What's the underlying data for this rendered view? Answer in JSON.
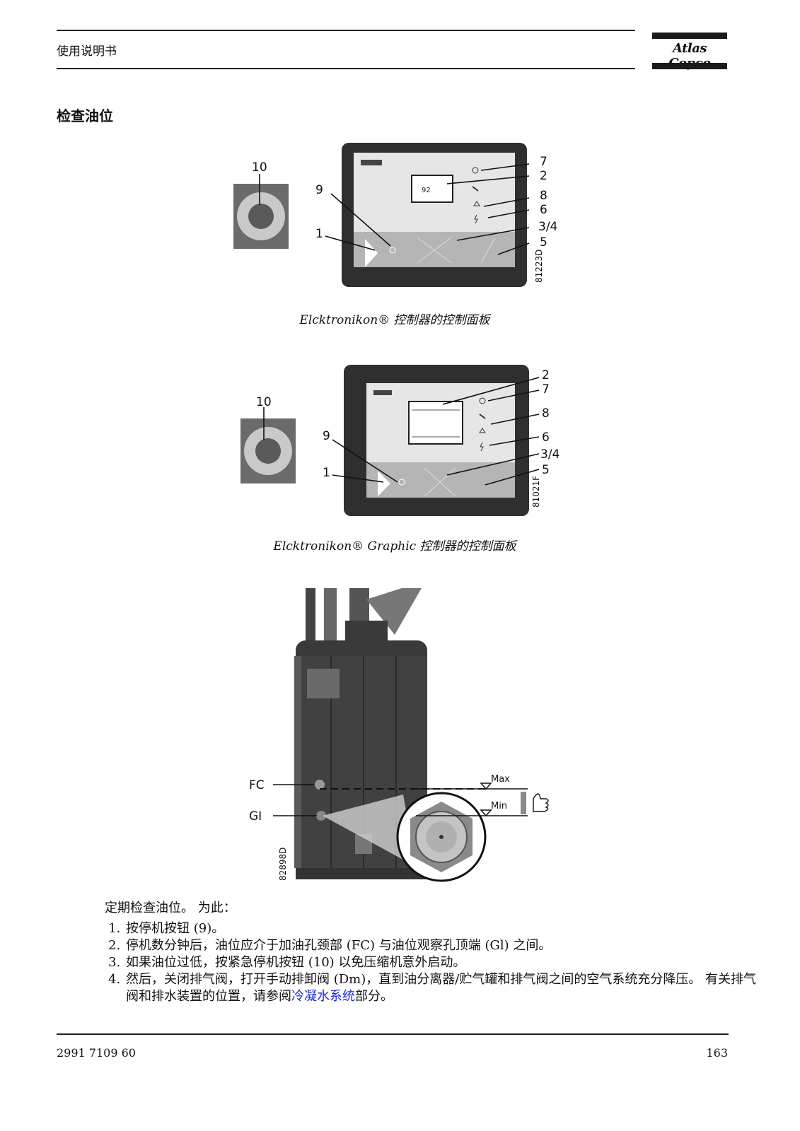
{
  "header": {
    "manual_title": "使用说明书",
    "brand": "Atlas Copco"
  },
  "section": {
    "title": "检查油位"
  },
  "figure1": {
    "caption": "Elcktronikon® 控制器的控制面板",
    "callouts": [
      "10",
      "9",
      "1",
      "7",
      "2",
      "8",
      "6",
      "3/4",
      "5"
    ],
    "code": "81223D"
  },
  "figure2": {
    "caption": "Elcktronikon® Graphic 控制器的控制面板",
    "callouts": [
      "10",
      "9",
      "1",
      "2",
      "7",
      "8",
      "6",
      "3/4",
      "5"
    ],
    "code": "81021F"
  },
  "figure3": {
    "labels": {
      "fc": "FC",
      "gi": "GI",
      "max": "Max",
      "min": "Min"
    },
    "code": "82898D"
  },
  "body": {
    "intro": "定期检查油位。 为此：",
    "steps": [
      "按停机按钮 (9)。",
      "停机数分钟后，油位应介于加油孔颈部 (FC) 与油位观察孔顶端 (Gl) 之间。",
      "如果油位过低，按紧急停机按钮 (10) 以免压缩机意外启动。"
    ],
    "step4_pre": "然后，关闭排气阀，打开手动排卸阀 (Dm)，直到油分离器/贮气罐和排气阀之间的空气系统充分降压。 有关排气阀和排水装置的位置，请参阅",
    "step4_link": "冷凝水系统",
    "step4_post": "部分。"
  },
  "footer": {
    "doc_number": "2991 7109 60",
    "page_number": "163"
  },
  "colors": {
    "link": "#1c2bd6",
    "panel_frame": "#2f2f2f",
    "panel_face": "#e4e4e4",
    "estop_red": "#5e5e5e"
  }
}
